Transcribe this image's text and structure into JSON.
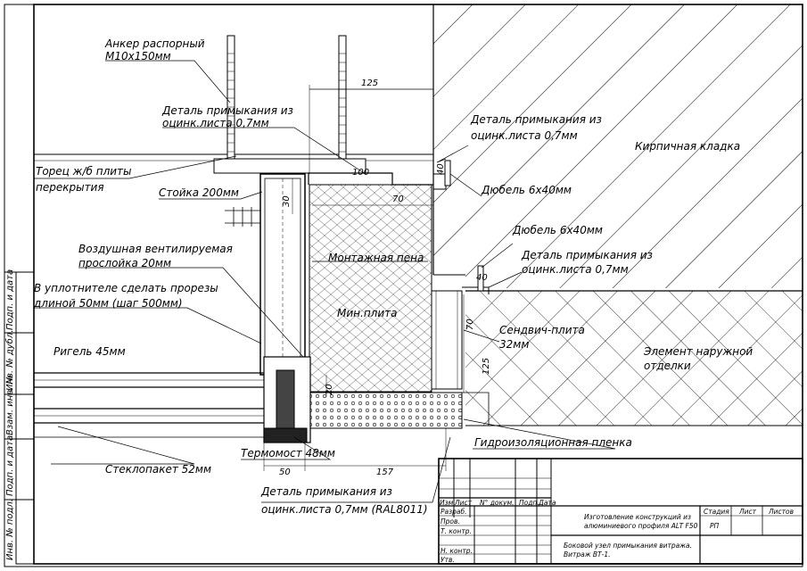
{
  "labels": {
    "anchor": "Анкер распорный",
    "anchor_size": "M10x150мм",
    "detail_top_1": "Деталь примыкания из",
    "detail_top_2": "оцинк.листа 0,7мм",
    "slab_edge_1": "Торец ж/б плиты",
    "slab_edge_2": "перекрытия",
    "post": "Стойка 200мм",
    "air_gap_1": "Воздушная вентилируемая",
    "air_gap_2": "прослойка 20мм",
    "seal_cut_1": "В уплотнителе сделать прорезы",
    "seal_cut_2": "длиной 50мм (шаг 500мм)",
    "transom": "Ригель 45мм",
    "glass_unit": "Стеклопакет 52мм",
    "thermal_bridge": "Термомост 48мм",
    "detail_bottom_1": "Деталь примыкания из",
    "detail_bottom_2": "оцинк.листа 0,7мм (RAL8011)",
    "detail_right_1": "Деталь примыкания из",
    "detail_right_2": "оцинк.листа 0,7мм",
    "dowel_1": "Дюбель 6x40мм",
    "dowel_2": "Дюбель 6x40мм",
    "detail_mid_1": "Деталь примыкания из",
    "detail_mid_2": "оцинк.листа 0,7мм",
    "brickwork": "Кирпичная кладка",
    "mounting_foam": "Монтажная пена",
    "mineral_slab": "Мин.плита",
    "sandwich_1": "Сендвич-плита",
    "sandwich_2": "32мм",
    "facing_1": "Элемент наружной",
    "facing_2": "отделки",
    "waterproof": "Гидроизоляционная пленка"
  },
  "dimensions": {
    "d125_top": "125",
    "d100": "100",
    "d30": "30",
    "d70_top": "70",
    "d40_right": "40",
    "d40_mid": "40",
    "d70_vert": "70",
    "d125_vert": "125",
    "d20": "20",
    "d50": "50",
    "d157": "157"
  },
  "side_stamp": [
    "Подп. и дата",
    "Инв. № дубл.",
    "Взам. инв. №",
    "Подп. и дата",
    "Инв. № подл."
  ],
  "title_block": {
    "col_izm": "Изм.",
    "col_list": "Лист",
    "col_doc": "N° докум.",
    "col_sign": "Подп.",
    "col_date": "Дата",
    "row_razrab": "Разраб.",
    "row_prov": "Пров.",
    "row_tkontr": "Т. контр.",
    "row_nkontr": "Н. контр.",
    "row_utv": "Утв.",
    "project_1": "Изготовление конструкций из",
    "project_2": "алюминиевого профиля ALT F50",
    "sheet_title_1": "Боковой узел примыкания витража.",
    "sheet_title_2": "Витраж ВТ-1.",
    "stage_label": "Стадия",
    "sheet_label": "Лист",
    "sheets_label": "Листов",
    "stage_value": "РП"
  }
}
